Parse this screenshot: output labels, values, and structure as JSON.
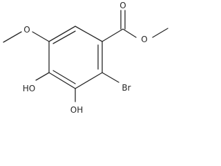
{
  "molecule": {
    "labels": {
      "carbonyl_o": "O",
      "ester_o": "O",
      "methoxy_o": "O",
      "bromine": "Br",
      "hydroxyl_4": "HO",
      "hydroxyl_3": "OH"
    }
  }
}
